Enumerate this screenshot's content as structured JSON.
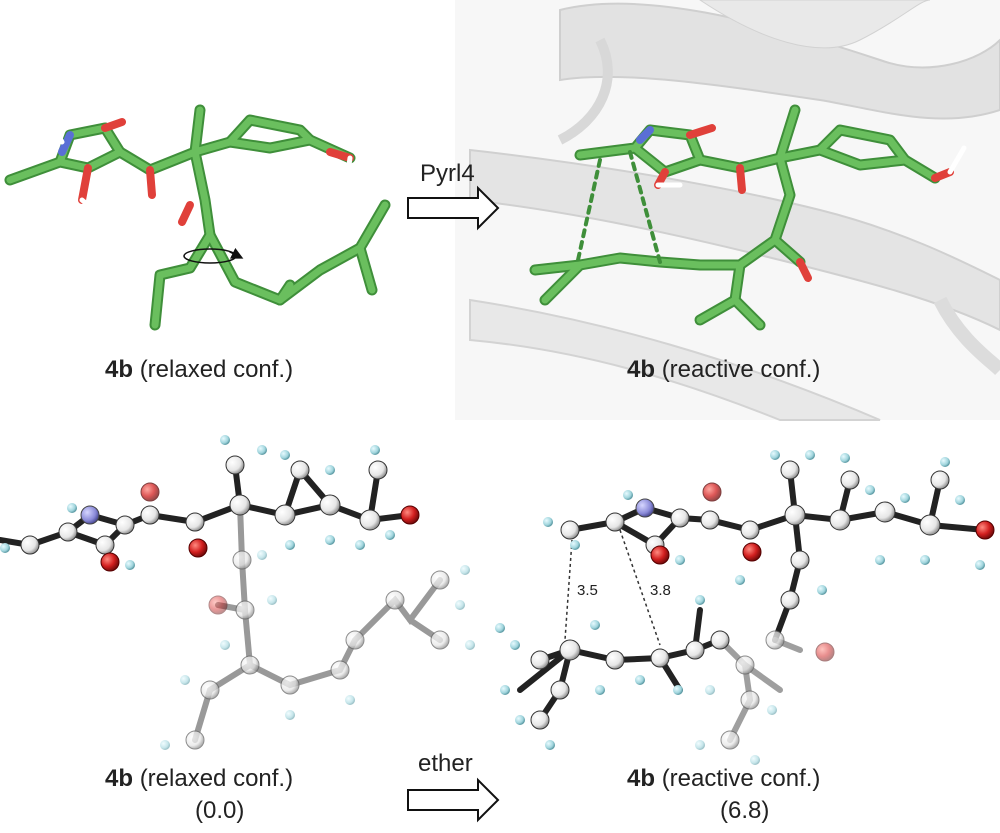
{
  "top_left": {
    "compound": "4b",
    "conformation": "(relaxed conf.)"
  },
  "top_arrow": {
    "label": "Pyrl4"
  },
  "top_right": {
    "compound": "4b",
    "conformation": "(reactive conf.)"
  },
  "bottom_left": {
    "compound": "4b",
    "conformation": "(relaxed conf.)",
    "energy": "(0.0)"
  },
  "bottom_arrow": {
    "label": "ether"
  },
  "bottom_right": {
    "compound": "4b",
    "conformation": "(reactive conf.)",
    "energy": "(6.8)",
    "distances": [
      "3.5",
      "3.8"
    ]
  },
  "colors": {
    "carbon_stick": "#6abf5e",
    "carbon_stick_dark": "#3f8f3a",
    "oxygen": "#e0403a",
    "nitrogen": "#5a6fd6",
    "hydrogen_stick": "#ffffff",
    "ball_carbon": "#f2f2f2",
    "ball_oxygen": "#d21f1f",
    "ball_nitrogen": "#8a8ad8",
    "ball_hydrogen": "#9fd4dc",
    "protein": "#d8d8d8"
  }
}
